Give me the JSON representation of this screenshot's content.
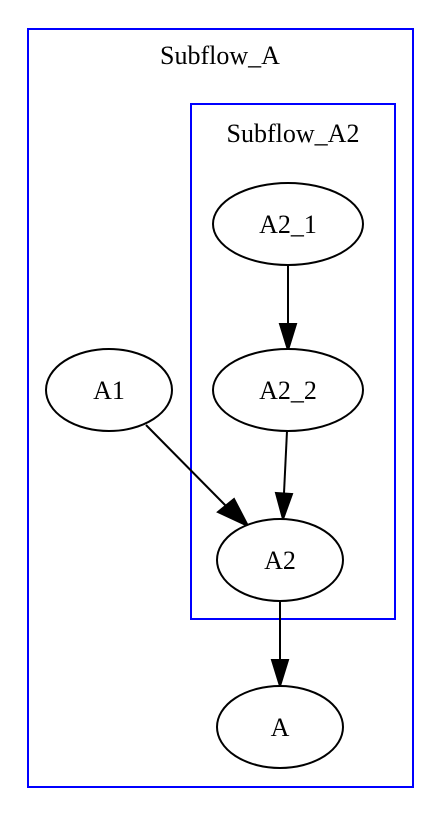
{
  "diagram": {
    "clusters": {
      "outer": {
        "label": "Subflow_A",
        "color": "#0000ff"
      },
      "inner": {
        "label": "Subflow_A2",
        "color": "#0000ff"
      }
    },
    "nodes": {
      "a2_1": {
        "label": "A2_1"
      },
      "a2_2": {
        "label": "A2_2"
      },
      "a1": {
        "label": "A1"
      },
      "a2": {
        "label": "A2"
      },
      "a": {
        "label": "A"
      }
    },
    "edges": [
      {
        "from": "A2_1",
        "to": "A2_2"
      },
      {
        "from": "A2_2",
        "to": "A2"
      },
      {
        "from": "A1",
        "to": "A2"
      },
      {
        "from": "A2",
        "to": "A"
      }
    ]
  }
}
